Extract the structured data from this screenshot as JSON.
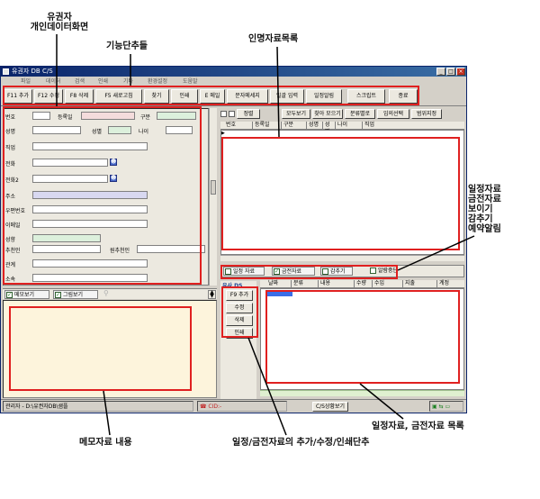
{
  "annotations": {
    "user_info_screen": [
      "유권자",
      "개인데이터화면"
    ],
    "function_buttons": "기능단추들",
    "contact_list": "인명자료목록",
    "schedule_toggle": [
      "일정자료",
      "금전자료",
      "보이기",
      "감추기",
      "예약알림"
    ],
    "memo_content": "메모자료 내용",
    "schedule_buttons": "일정/금전자료의 추가/수정/인쇄단추",
    "schedule_list": "일정자료, 금전자료 목록"
  },
  "window": {
    "title": "유권자 DB C/S",
    "menu": [
      "파일",
      "데이터",
      "검색",
      "인쇄",
      "기타",
      "환경설정",
      "도움말"
    ],
    "controls": [
      "_",
      "□",
      "×"
    ]
  },
  "toolbar": {
    "buttons": [
      "F11 추가",
      "F12 수정",
      "F8 삭제",
      "F5 새로고침",
      "찾기",
      "인쇄",
      "E 메일",
      "문자메세지",
      "일괄 입력",
      "일정알림",
      "스크립트",
      "종료"
    ]
  },
  "form": {
    "fields": {
      "number": "번호",
      "reg_date": "등록일",
      "category": "구분",
      "name": "성명",
      "gender": "성별",
      "age": "나이",
      "job": "직업",
      "phone": "전화",
      "phone2": "전화2",
      "address": "주소",
      "zip": "우편번호",
      "email": "이메일",
      "grade": "성향",
      "recommender": "추천인",
      "recommender2": "원추천인",
      "relation": "관계",
      "affiliation": "소속"
    },
    "lookup_glyph": "☻"
  },
  "memo": {
    "memo_check": "메모보기",
    "image_check": "그림보기",
    "pin_glyph": "⚲"
  },
  "contacts": {
    "check_label": "정렬",
    "buttons": [
      "모두보기",
      "찾아 모으기",
      "분류별로",
      "임의선택",
      "범위지정"
    ],
    "columns": [
      "번호",
      "등록일",
      "구분",
      "성명",
      "성별",
      "나이",
      "직업"
    ]
  },
  "filter": {
    "schedule": "일정 자료",
    "money": "금전자료",
    "hide": "감추기",
    "alarm_stop": "알람중단"
  },
  "schedule": {
    "section_label": "유사 DS",
    "buttons": [
      "F9 추가",
      "수정",
      "삭제",
      "인쇄"
    ],
    "columns": [
      "날짜",
      "분류",
      "내용",
      "수량",
      "수입",
      "지출",
      "계정"
    ]
  },
  "status": {
    "path": "관리자 - D:\\유권자DB\\샘플",
    "cid": "CID:-",
    "cs_button": "C/S상황보기"
  },
  "colors": {
    "annotation_red": "#e02020",
    "titlebar": "#0a246a",
    "memo_bg": "#fdf4dc"
  }
}
